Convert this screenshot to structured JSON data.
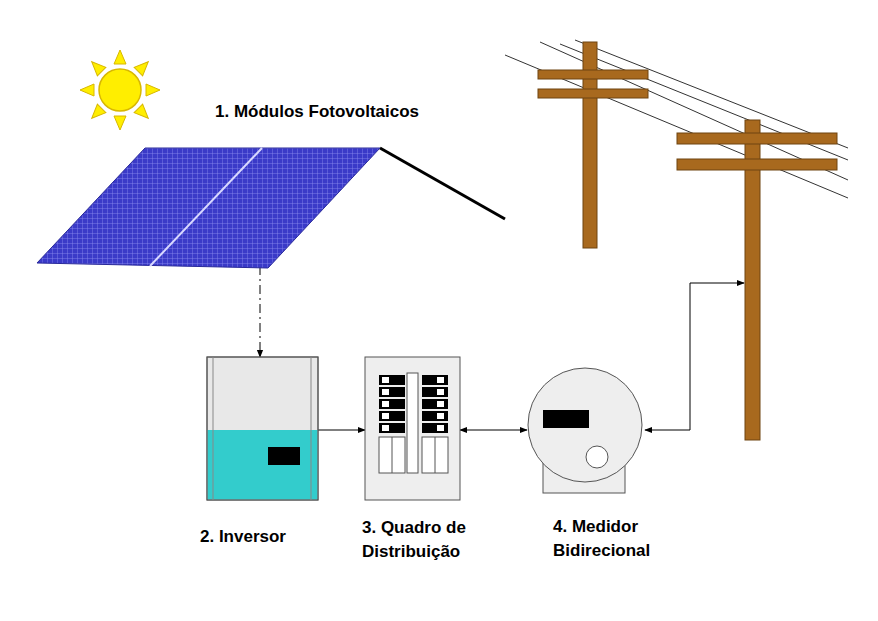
{
  "diagram": {
    "nodes": [
      {
        "text": [
          "1. Módulos Fotovoltaicos"
        ]
      },
      {
        "text": [
          "2. Inversor"
        ]
      },
      {
        "text": [
          "3. Quadro de Distribuição"
        ]
      },
      {
        "text": [
          "4. Medidor Bidirecional"
        ]
      }
    ],
    "edges": [
      {
        "from": 0,
        "to": 1,
        "arrow": "to"
      },
      {
        "from": 1,
        "to": 2,
        "arrow": "to"
      },
      {
        "from": 2,
        "to": 3,
        "arrow": "both"
      }
    ]
  }
}
